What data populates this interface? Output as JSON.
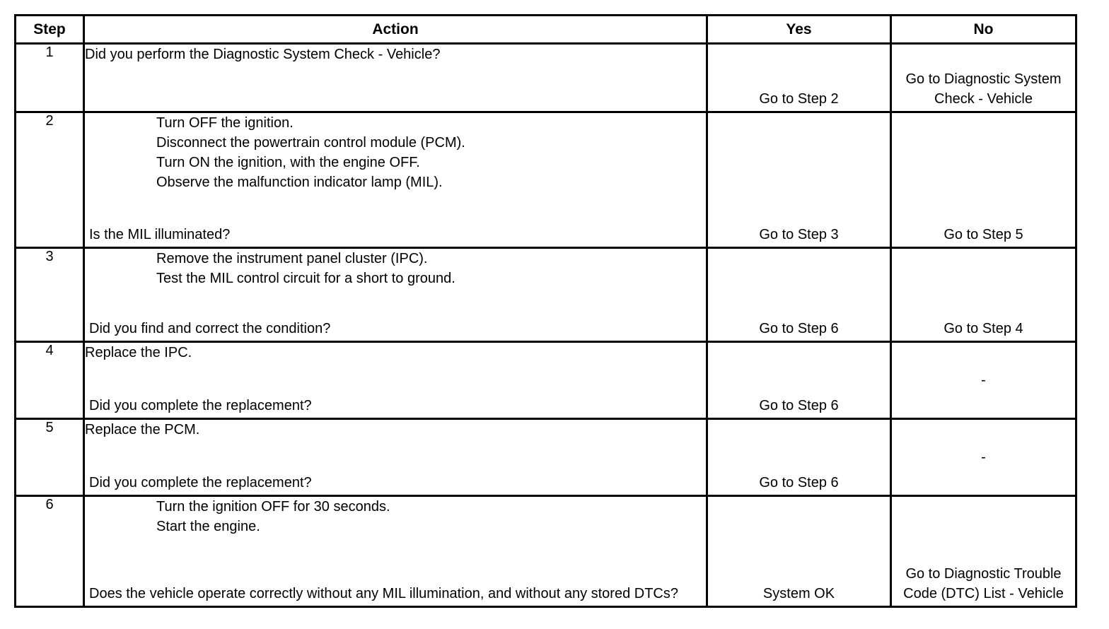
{
  "table": {
    "headers": {
      "step": "Step",
      "action": "Action",
      "yes": "Yes",
      "no": "No"
    },
    "rows": [
      {
        "step": "1",
        "lead": "Did you perform the Diagnostic System Check - Vehicle?",
        "substeps": [],
        "question": "",
        "yes": "Go to Step 2",
        "no": "Go to Diagnostic System Check - Vehicle"
      },
      {
        "step": "2",
        "lead": "",
        "substeps": [
          "Turn OFF the ignition.",
          "Disconnect the powertrain control module (PCM).",
          "Turn ON the ignition, with the engine OFF.",
          "Observe the malfunction indicator lamp (MIL)."
        ],
        "question": "Is the MIL illuminated?",
        "yes": "Go to Step 3",
        "no": "Go to Step 5"
      },
      {
        "step": "3",
        "lead": "",
        "substeps": [
          "Remove the instrument panel cluster (IPC).",
          "Test the MIL control circuit for a short to ground."
        ],
        "question": "Did you find and correct the condition?",
        "yes": "Go to Step 6",
        "no": "Go to Step 4"
      },
      {
        "step": "4",
        "lead": "Replace the IPC.",
        "substeps": [],
        "question": "Did you complete the replacement?",
        "yes": "Go to Step 6",
        "no": "-"
      },
      {
        "step": "5",
        "lead": "Replace the PCM.",
        "substeps": [],
        "question": "Did you complete the replacement?",
        "yes": "Go to Step 6",
        "no": "-"
      },
      {
        "step": "6",
        "lead": "",
        "substeps": [
          "Turn the ignition OFF for 30 seconds.",
          "Start the engine."
        ],
        "question": "Does the vehicle operate correctly without any MIL illumination, and without any stored DTCs?",
        "yes": "System OK",
        "no": "Go to Diagnostic Trouble Code (DTC) List - Vehicle"
      }
    ]
  },
  "colors": {
    "border": "#000000",
    "background": "#ffffff",
    "text": "#000000"
  }
}
